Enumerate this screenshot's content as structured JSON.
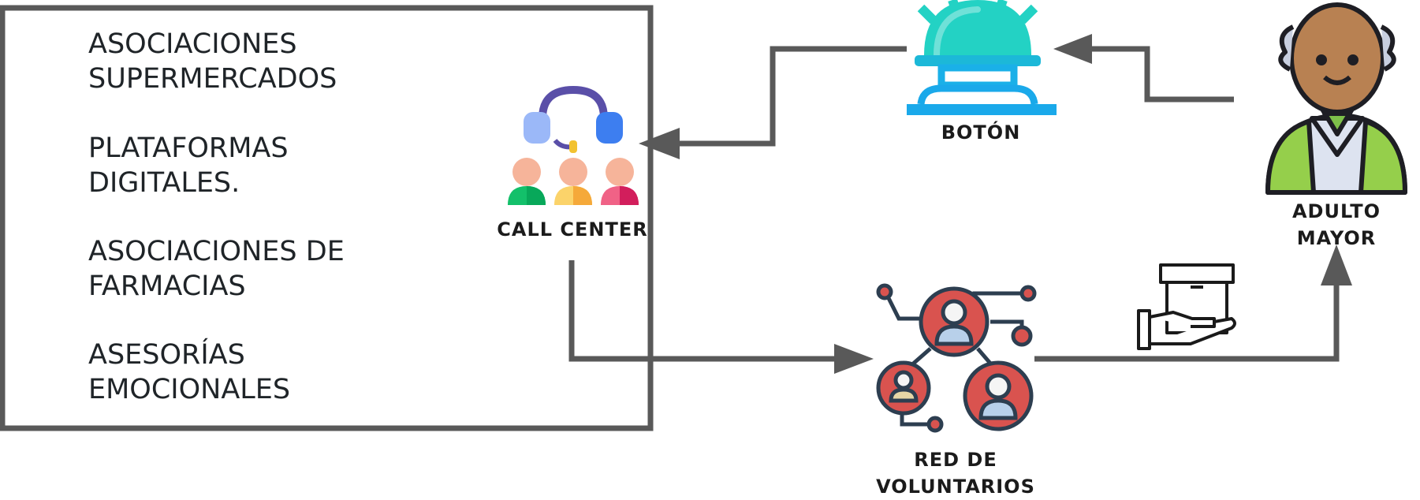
{
  "list_items": [
    "ASOCIACIONES\nSUPERMERCADOS",
    "PLATAFORMAS\nDIGITALES.",
    "ASOCIACIONES DE\nFARMACIAS",
    "ASESORÍAS\nEMOCIONALES"
  ],
  "nodes": {
    "boton": "BOTÓN",
    "adulto_mayor": "ADULTO MAYOR",
    "call_center": "CALL CENTER",
    "red_voluntarios": "RED DE\nVOLUNTARIOS"
  },
  "icons": {
    "boton": "service-bell-icon",
    "adulto_mayor": "elderly-man-icon",
    "call_center": "call-center-icon",
    "red_voluntarios": "volunteer-network-icon",
    "delivery": "hand-box-delivery-icon"
  },
  "colors": {
    "frame": "#595959",
    "arrow": "#595959",
    "bell": "#1ec8c8",
    "network": "#d9534f"
  }
}
